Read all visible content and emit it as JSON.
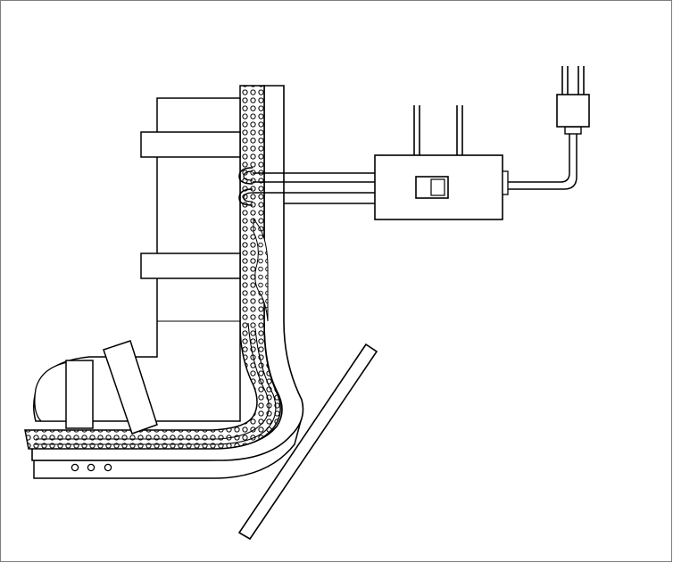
{
  "figure": {
    "description_text": "",
    "colors": {
      "stroke": "#000000",
      "fill": "#ffffff",
      "border": "#7f7f7f"
    },
    "components": [
      "walking-boot",
      "boot-straps",
      "foam-liner",
      "rigid-shell",
      "fluid-tubes",
      "control-box",
      "control-switch",
      "power-plug",
      "floor-plate",
      "toes"
    ]
  }
}
